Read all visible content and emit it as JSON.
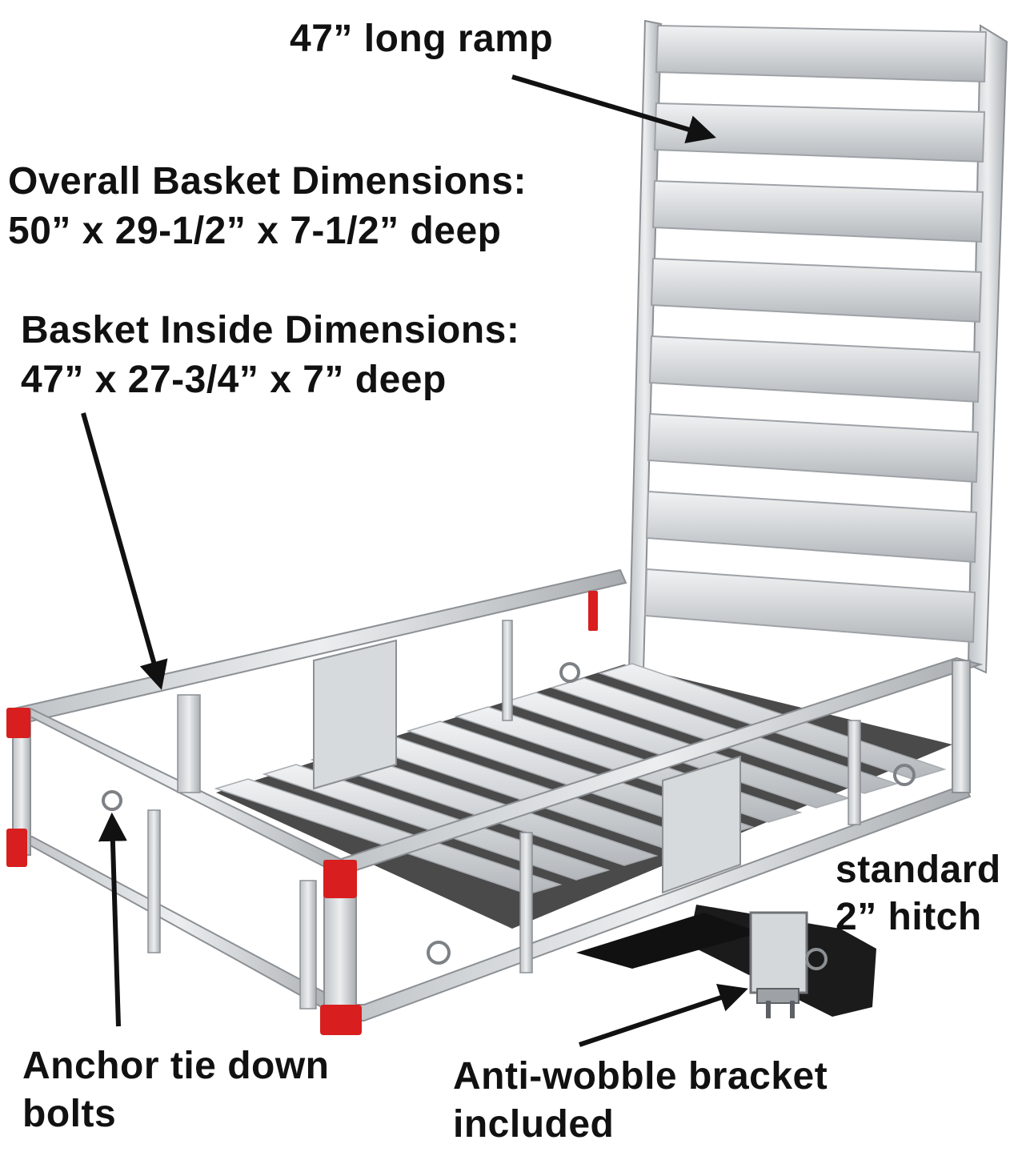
{
  "labels": {
    "ramp": "47” long ramp",
    "overall": {
      "line1": "Overall Basket Dimensions:",
      "line2": "50” x 29-1/2” x 7-1/2” deep"
    },
    "inside": {
      "line1": "Basket Inside Dimensions:",
      "line2": "47” x 27-3/4” x 7” deep"
    },
    "hitch": {
      "line1": "standard",
      "line2": "2” hitch"
    },
    "anchor": {
      "line1": "Anchor tie down",
      "line2": "bolts"
    },
    "wobble": {
      "line1": "Anti-wobble bracket",
      "line2": "included"
    }
  },
  "colors": {
    "aluminum_light": "#e4e6e8",
    "aluminum_mid": "#c9cccf",
    "aluminum_dark": "#9ea2a6",
    "corner_cap_red": "#d81e1e",
    "hitch_black": "#1b1b1b",
    "text": "#111111"
  }
}
